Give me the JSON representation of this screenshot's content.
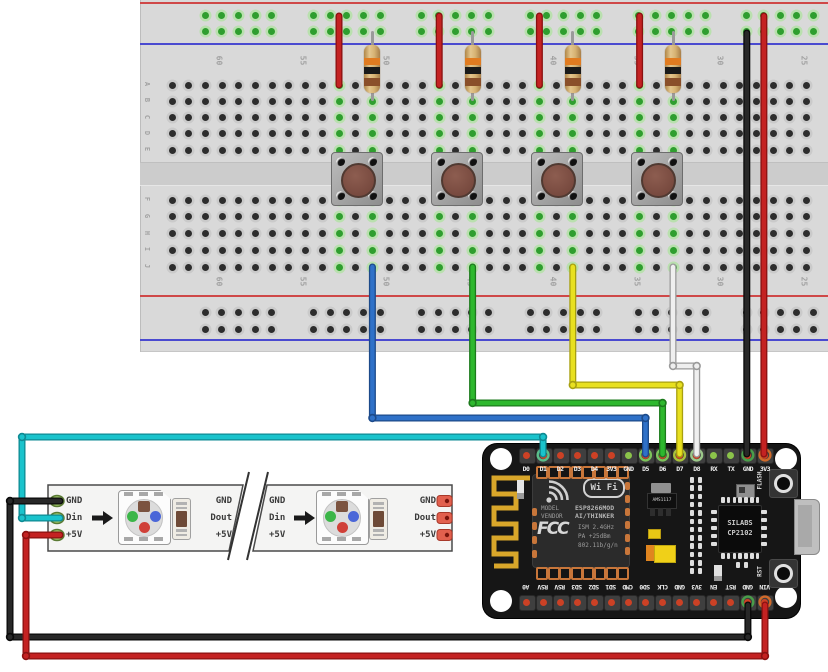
{
  "breadboard": {
    "column_labels": [
      "60",
      "55",
      "50",
      "45",
      "40",
      "35",
      "30",
      "25"
    ],
    "row_labels": [
      "A",
      "B",
      "C",
      "D",
      "E",
      "F",
      "G",
      "H",
      "I",
      "J"
    ],
    "rail_positive_color": "#cf4848",
    "rail_negative_color": "#4a4ad0",
    "connected_hole_color": "#2f9e2f"
  },
  "pushbuttons": {
    "count": 4,
    "cap_color": "#7b4f43"
  },
  "resistors": {
    "count": 4,
    "bands": [
      "orange",
      "black",
      "brown"
    ],
    "band_colors": [
      "#e07b20",
      "#1a1a1a",
      "#8a4f2a"
    ]
  },
  "led_strip": {
    "segments": [
      {
        "left_pads": [
          "GND",
          "Din",
          "+5V"
        ],
        "right_pads": [
          "GND",
          "Dout",
          "+5V"
        ],
        "has_left_connectors": true,
        "has_right_connectors": false
      },
      {
        "left_pads": [
          "GND",
          "Din",
          "+5V"
        ],
        "right_pads": [
          "GND",
          "Dout",
          "+5V"
        ],
        "has_left_connectors": false,
        "has_right_connectors": true
      }
    ]
  },
  "nodemcu": {
    "top_pins": [
      "D0",
      "D1",
      "D2",
      "D3",
      "D4",
      "3V3",
      "GND",
      "D5",
      "D6",
      "D7",
      "D8",
      "RX",
      "TX",
      "GND",
      "3V3"
    ],
    "bottom_pins": [
      "A0",
      "RSV",
      "RSV",
      "SD3",
      "SD2",
      "SD1",
      "CMD",
      "SD0",
      "CLK",
      "GND",
      "3V3",
      "EN",
      "RST",
      "GND",
      "VIN"
    ],
    "pin_dot_default": "#cc4125",
    "pin_dot_alt": "#8bc34a",
    "esp_module": {
      "wifi_logo": "Wi Fi",
      "model_label": "MODEL",
      "vendor_label": "VENDOR",
      "module_name": "ESP8266MOD",
      "maker": "AI/THINKER",
      "fcc_logo": "FCC",
      "specs": [
        "ISM 2.4GHz",
        "PA +25dBm",
        "802.11b/g/n"
      ]
    },
    "regulator_label": "AMS1117",
    "usb_chip": [
      "SILABS",
      "CP2102"
    ],
    "flash_button_label": "FLASH",
    "reset_button_label": "RST"
  },
  "wire_colors": {
    "red": {
      "fill": "#c42222",
      "edge": "#8a1111"
    },
    "black": {
      "fill": "#282828",
      "edge": "#0a0a0a"
    },
    "cyan": {
      "fill": "#1ac3cc",
      "edge": "#0e8a93"
    },
    "blue": {
      "fill": "#2f71c8",
      "edge": "#1c4a8a"
    },
    "green": {
      "fill": "#2eb82e",
      "edge": "#1c7a1c"
    },
    "yellow": {
      "fill": "#e8e020",
      "edge": "#a8a010"
    },
    "white": {
      "fill": "#efefef",
      "edge": "#9a9a9a"
    }
  },
  "connections": [
    {
      "name": "rail-3v3-to-button-1",
      "color": "red"
    },
    {
      "name": "rail-3v3-to-button-2",
      "color": "red"
    },
    {
      "name": "rail-3v3-to-button-3",
      "color": "red"
    },
    {
      "name": "rail-3v3-to-button-4",
      "color": "red"
    },
    {
      "name": "button-1-to-d5",
      "color": "blue"
    },
    {
      "name": "button-2-to-d6",
      "color": "green"
    },
    {
      "name": "button-3-to-d7",
      "color": "yellow"
    },
    {
      "name": "button-4-to-d8",
      "color": "white"
    },
    {
      "name": "strip-din-to-d1",
      "color": "cyan"
    },
    {
      "name": "rail-gnd-to-gnd",
      "color": "black"
    },
    {
      "name": "rail-pwr-to-3v3",
      "color": "red"
    },
    {
      "name": "strip-gnd-to-gnd",
      "color": "black"
    },
    {
      "name": "strip-5v-to-vin",
      "color": "red"
    }
  ]
}
